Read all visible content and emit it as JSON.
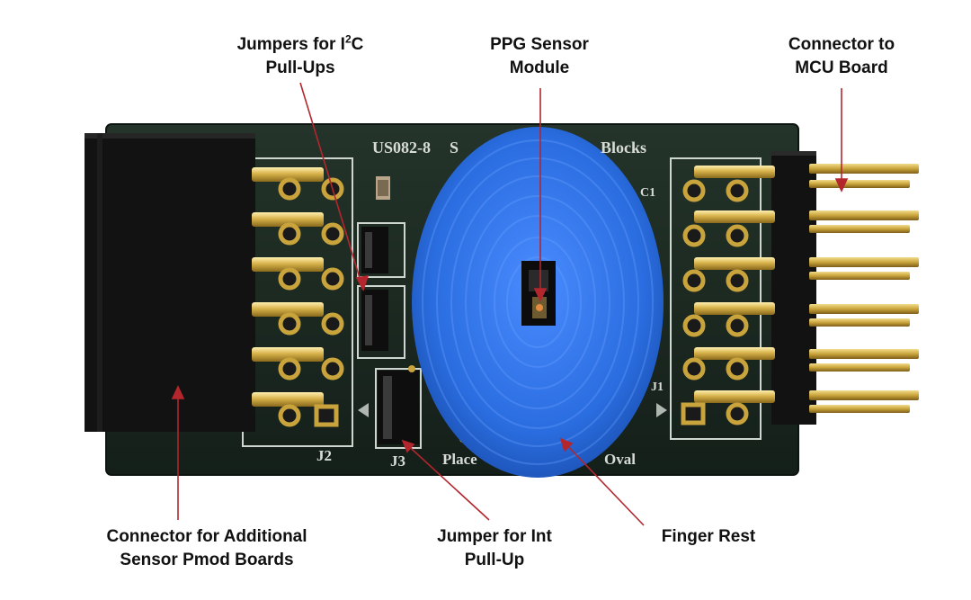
{
  "board": {
    "silkscreen": {
      "board_id": "US082-8",
      "title_fragment_left": "S",
      "title_fragment_right": "Blocks",
      "j2": "J2",
      "j3": "J3",
      "j1": "J1",
      "c1": "C1",
      "place_fragment": "Place",
      "oval_fragment": "Oval"
    }
  },
  "callouts": {
    "i2c_jumpers": {
      "line1_pre": "Jumpers for I",
      "line1_sup": "2",
      "line1_post": "C",
      "line2": "Pull-Ups"
    },
    "ppg_sensor": {
      "line1": "PPG Sensor",
      "line2": "Module"
    },
    "mcu_connector": {
      "line1": "Connector to",
      "line2": "MCU Board"
    },
    "pmod_connector": {
      "line1": "Connector for Additional",
      "line2": "Sensor Pmod Boards"
    },
    "int_jumper": {
      "line1": "Jumper for Int",
      "line2": "Pull-Up"
    },
    "finger_rest": {
      "line1": "Finger Rest"
    }
  },
  "colors": {
    "pcb": "#1c2a22",
    "finger_rest": "#2a6de0",
    "gold_pin": "#c9a43c",
    "header_body": "#141414",
    "leader_line": "#b3262d",
    "silkscreen": "#d8dcd8"
  }
}
